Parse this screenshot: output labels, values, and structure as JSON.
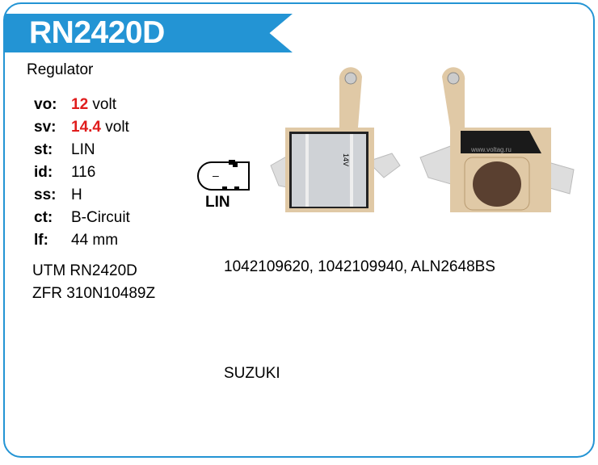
{
  "header": {
    "part_number": "RN2420D"
  },
  "product_type": "Regulator",
  "specs": [
    {
      "key": "vo:",
      "value": "12",
      "unit": " volt",
      "highlight": true
    },
    {
      "key": "sv:",
      "value": "14.4",
      "unit": " volt",
      "highlight": true
    },
    {
      "key": "st:",
      "value": "LIN",
      "unit": "",
      "highlight": false
    },
    {
      "key": "id:",
      "value": "116",
      "unit": "",
      "highlight": false
    },
    {
      "key": "ss:",
      "value": "H",
      "unit": "",
      "highlight": false
    },
    {
      "key": "ct:",
      "value": "B-Circuit",
      "unit": "",
      "highlight": false
    },
    {
      "key": "lf:",
      "value": "44 mm",
      "unit": "",
      "highlight": false
    }
  ],
  "cross_refs": [
    "UTM RN2420D",
    "ZFR 310N10489Z"
  ],
  "oem_numbers": "1042109620, 1042109940, ALN2648BS",
  "make": "SUZUKI",
  "connector": {
    "label": "LIN",
    "pin_mark": "–"
  },
  "photo": {
    "label": "14V",
    "watermark": "www.voltag.ru"
  },
  "colors": {
    "accent": "#2394d4",
    "highlight": "#e01c1c",
    "housing": "#e0c9a6"
  }
}
